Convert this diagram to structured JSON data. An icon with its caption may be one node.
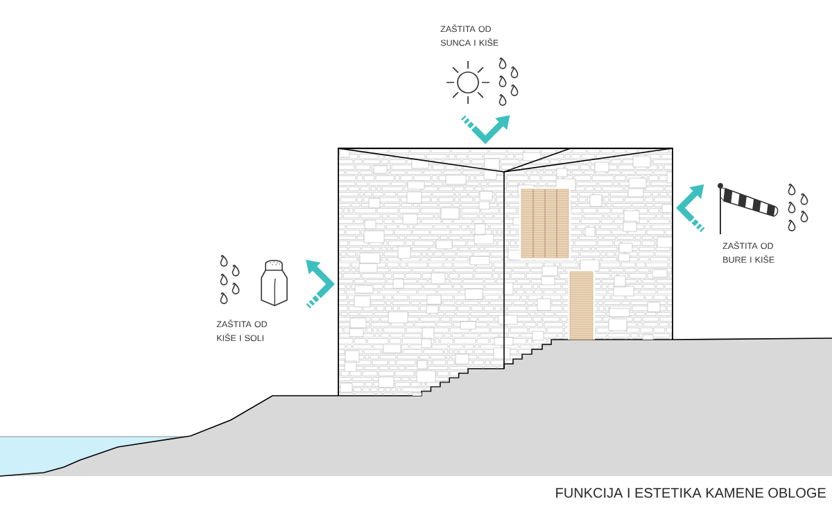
{
  "diagram": {
    "title": "FUNKCIJA I ESTETIKA KAMENE OBLOGE",
    "labels": [
      "ZAŠTITA OD SUNCA I KIŠE",
      "ZAŠTITA OD BURE I KIŠE",
      "ZAŠTITA OD KIŠE I SOLI"
    ]
  }
}
